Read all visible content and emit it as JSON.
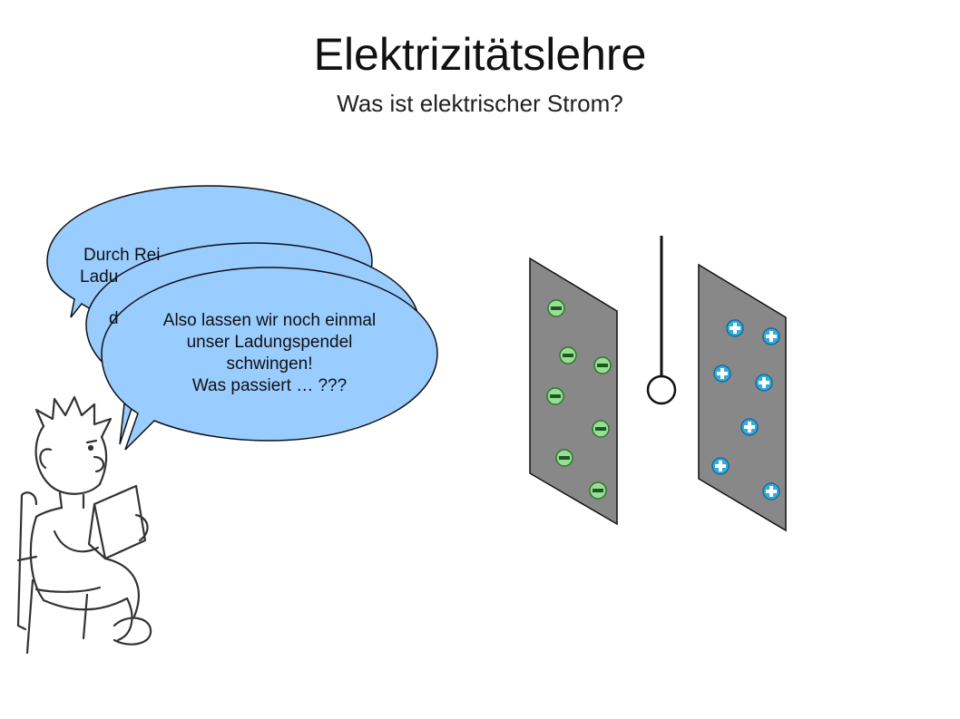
{
  "title": "Elektrizitätslehre",
  "subtitle": "Was ist elektrischer Strom?",
  "bubbles": {
    "back": {
      "line1": "Durch Rei",
      "line2": "Ladu"
    },
    "middle": {
      "partial": "d"
    },
    "front": {
      "line1": "Also lassen wir noch einmal",
      "line2": "unser Ladungspendel",
      "line3": "schwingen!",
      "line4": "Was passiert … ???"
    }
  },
  "colors": {
    "bubble_fill": "#99ccff",
    "plate_fill": "#888888",
    "charge_minus": "#99dd99",
    "charge_plus": "#33aadd"
  },
  "icons": {
    "negative_charge": "minus-charge-icon",
    "positive_charge": "plus-charge-icon",
    "pendulum": "pendulum-icon",
    "reader": "reading-person-icon"
  }
}
